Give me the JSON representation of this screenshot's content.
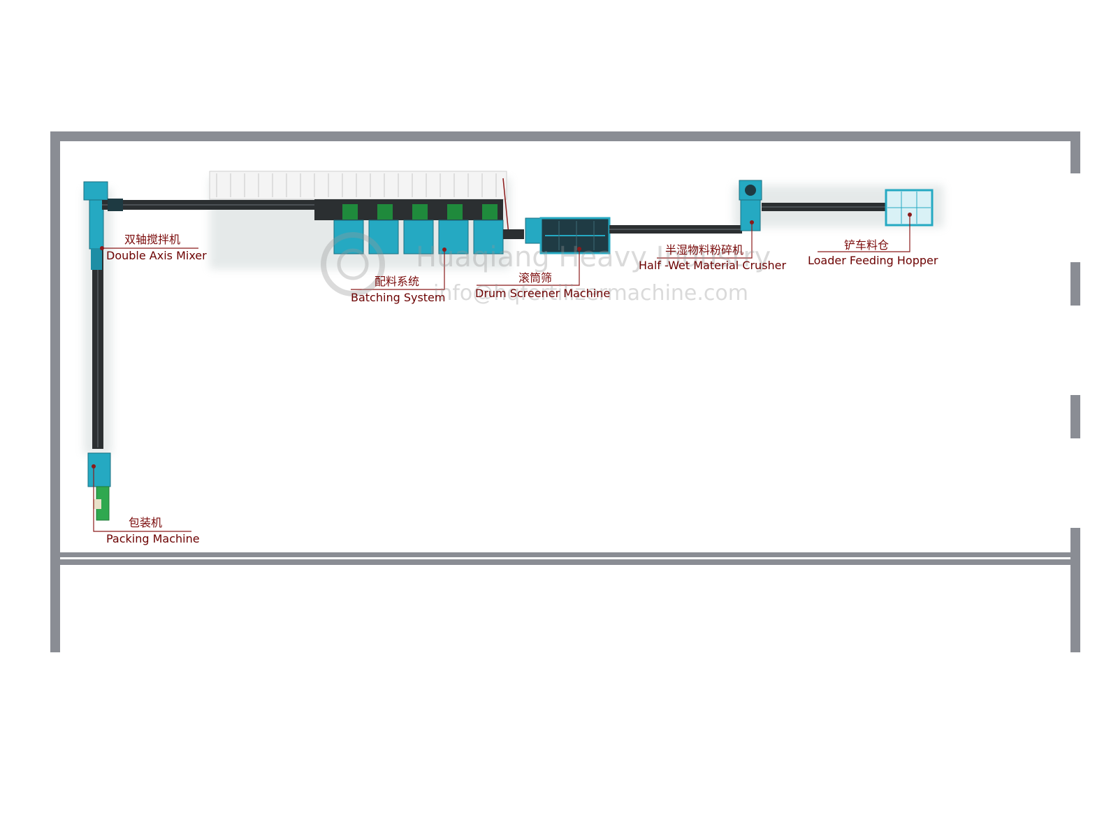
{
  "labels": {
    "double_axis_mixer": {
      "zh": "双轴搅拌机",
      "en": "Double Axis Mixer"
    },
    "packing_machine": {
      "zh": "包装机",
      "en": "Packing Machine"
    },
    "batching_system": {
      "zh": "配料系统",
      "en": "Batching System"
    },
    "drum_screener": {
      "zh": "滚筒筛",
      "en": "Drum Screener Machine"
    },
    "half_wet_crusher": {
      "zh": "半湿物料粉碎机",
      "en": "Half -Wet Material Crusher"
    },
    "loader_feeding_hopper": {
      "zh": "铲车料仓",
      "en": "Loader Feeding Hopper"
    }
  },
  "watermark": {
    "company": "Huaqiang Heavy Industry",
    "email": "info@hqfertilizermachine.com"
  },
  "colors": {
    "wall": "#8a8d94",
    "machine": "#25a9c2",
    "conveyor": "#2b2f31",
    "label": "#7a0a0a",
    "leader": "#8b1a1a",
    "packing_green": "#2fa84f"
  }
}
